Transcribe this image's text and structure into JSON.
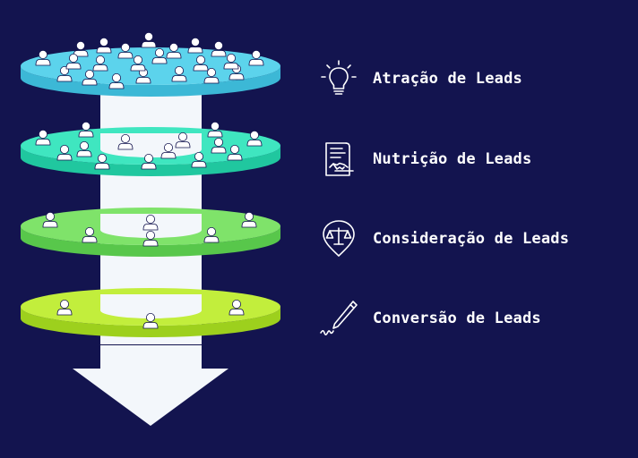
{
  "colors": {
    "background": "#13144f",
    "cylinder": "#f3f7fb",
    "arrow": "#f3f7fb",
    "person": "#ffffff",
    "icon_stroke": "#ffffff",
    "label_text": "#ffffff"
  },
  "stages": [
    {
      "label": "Atração de Leads",
      "icon": "lightbulb-icon",
      "disc_top_color": "#5cd3ec",
      "disc_side_color": "#3cb8d6",
      "people_count": 22
    },
    {
      "label": "Nutrição de Leads",
      "icon": "document-handshake-icon",
      "disc_top_color": "#3fe6c0",
      "disc_side_color": "#20c79f",
      "people_count": 14
    },
    {
      "label": "Consideração de Leads",
      "icon": "scale-location-pin-icon",
      "disc_top_color": "#7fe36a",
      "disc_side_color": "#58c74b",
      "people_count": 6
    },
    {
      "label": "Conversão de Leads",
      "icon": "pen-signature-icon",
      "disc_top_color": "#c2ee3c",
      "disc_side_color": "#9dd01d",
      "people_count": 3
    }
  ]
}
